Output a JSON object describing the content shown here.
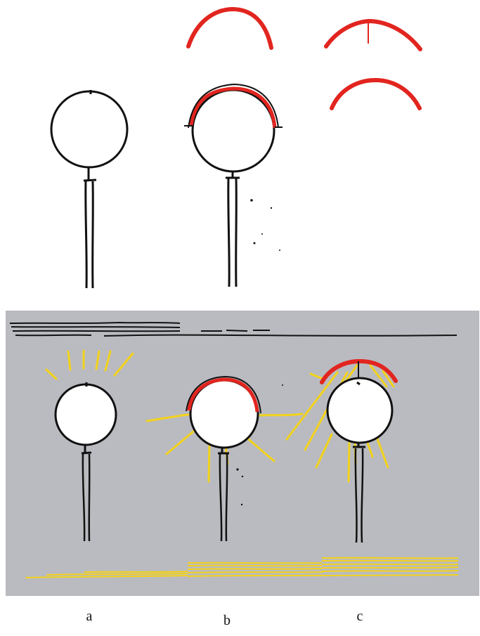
{
  "labels": {
    "a": "a",
    "b": "b",
    "c": "c"
  },
  "colors": {
    "ink": "#111111",
    "shade": "#e2251f",
    "light": "#f3d21b",
    "background_panel": "#b9bbc0",
    "lamp_globe": "#ffffff"
  },
  "icons": {
    "lamp": "street-lamp-icon",
    "shade": "lamp-shade-icon",
    "rays": "light-rays-icon",
    "sky_lines": "sky-lines-icon",
    "ground_light": "ground-light-icon"
  }
}
